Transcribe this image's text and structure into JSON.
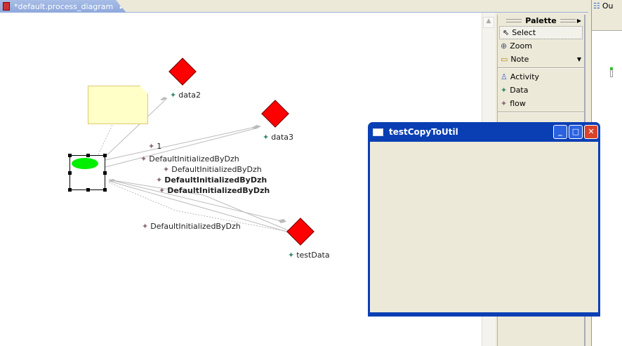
{
  "editor_tab": {
    "title": "*default.process_diagram",
    "close": "✖"
  },
  "palette": {
    "title": "Palette",
    "items": [
      {
        "label": "Select",
        "icon": "arrow-cursor-icon"
      },
      {
        "label": "Zoom",
        "icon": "zoom-icon"
      },
      {
        "label": "Note",
        "icon": "note-icon"
      },
      {
        "label": "Activity",
        "icon": "activity-icon"
      },
      {
        "label": "Data",
        "icon": "data-icon"
      },
      {
        "label": "flow",
        "icon": "flow-icon"
      }
    ]
  },
  "outline_tab": {
    "label": "Ou"
  },
  "diagram": {
    "data_nodes": [
      "data2",
      "data3",
      "testData"
    ],
    "flow_labels": [
      "1",
      "DefaultInitializedByDzh",
      "DefaultInitializedByDzh",
      "DefaultInitializedByDzh",
      "DefaultInitializedByDzh",
      "DefaultInitializedByDzh"
    ]
  },
  "dialog": {
    "title": "testCopyToUtil",
    "minimize": "_",
    "maximize": "□",
    "close": "✕"
  },
  "colors": {
    "data_node": "#ff0000",
    "activity": "#00ee00",
    "data_star": "#3a8a6a",
    "flow_star": "#8a6a7a"
  }
}
